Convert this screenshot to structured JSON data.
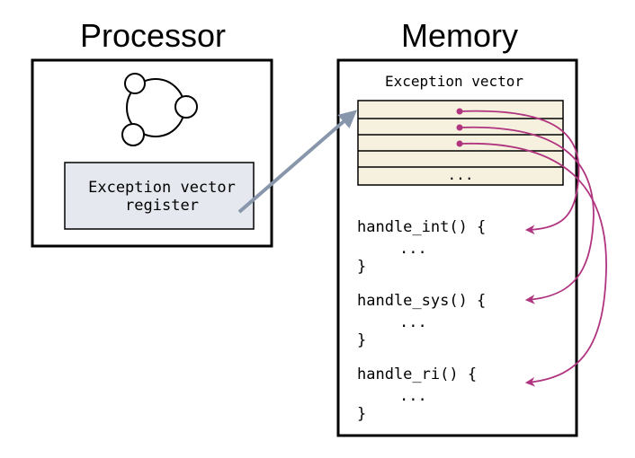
{
  "processor": {
    "title": "Processor",
    "register": {
      "line1": "Exception vector",
      "line2": "register"
    }
  },
  "memory": {
    "title": "Memory",
    "vector_table": {
      "label": "Exception vector",
      "ellipsis": "..."
    },
    "handlers": [
      {
        "signature": "handle_int() {",
        "body": "...",
        "close": "}"
      },
      {
        "signature": "handle_sys() {",
        "body": "...",
        "close": "}"
      },
      {
        "signature": "handle_ri() {",
        "body": "...",
        "close": "}"
      }
    ]
  },
  "colors": {
    "pointer_arrow": "#8896ab",
    "handler_arrows": "#b0347f",
    "register_fill": "#e5e8ee",
    "table_fill": "#f6f1de"
  }
}
